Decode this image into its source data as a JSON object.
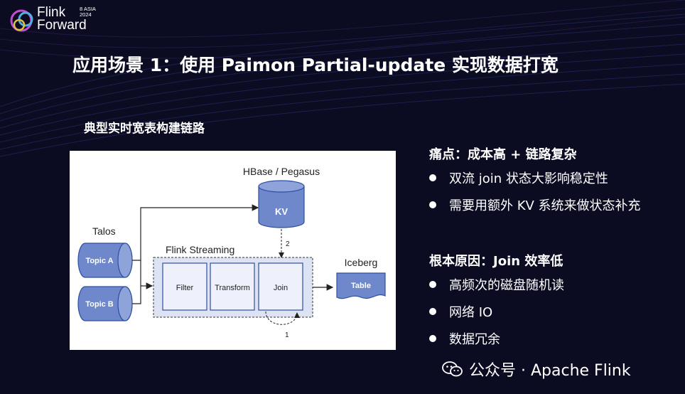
{
  "logo": {
    "line1": "Flink",
    "line2": "Forward",
    "tag1": "8 ASIA",
    "tag2": "2024"
  },
  "slide": {
    "title": "应用场景 1：使用 Paimon Partial-update 实现数据打宽"
  },
  "diagram": {
    "title": "典型实时宽表构建链路",
    "talos_label": "Talos",
    "topic_a": "Topic A",
    "topic_b": "Topic B",
    "hbase_label": "HBase / Pegasus",
    "kv": "KV",
    "flink_label": "Flink Streaming",
    "filter": "Filter",
    "transform": "Transform",
    "join": "Join",
    "step1": "1",
    "step2": "2",
    "iceberg_label": "Iceberg",
    "table": "Table"
  },
  "pain": {
    "head": "痛点：成本高 + 链路复杂",
    "items": [
      "双流 join 状态大影响稳定性",
      "需要用额外 KV 系统来做状态补充"
    ]
  },
  "root": {
    "head": "根本原因：Join 效率低",
    "items": [
      "高频次的磁盘随机读",
      "网络 IO",
      "数据冗余"
    ]
  },
  "watermark": {
    "text": "公众号 · Apache Flink"
  },
  "colors": {
    "accent": "#2e4fa0",
    "box_fill": "#6f88cc",
    "node_fill": "#eef1fb",
    "background": "#0b0b22"
  }
}
